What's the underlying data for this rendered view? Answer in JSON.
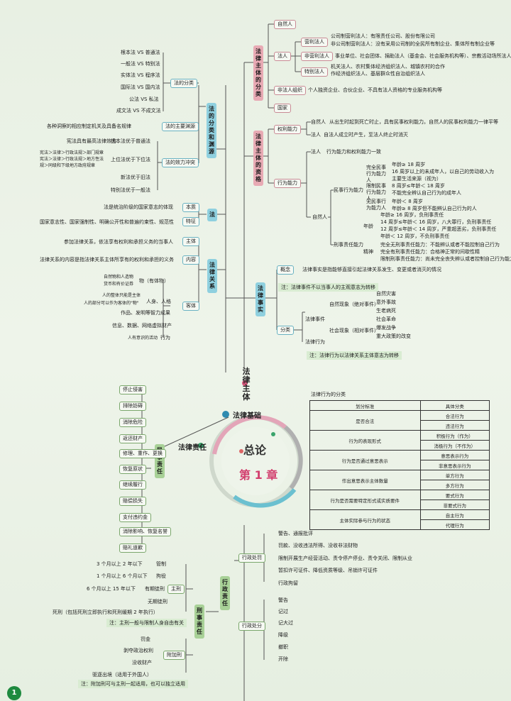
{
  "center": {
    "title": "总论",
    "chapter": "第 1 章",
    "foundation": "法律基础",
    "subject": "法律主体",
    "responsibility": "法律责任"
  },
  "colors": {
    "pink": "#e8aab4",
    "blue": "#8fd0df",
    "green": "#a8d197",
    "ring": "#d6567a"
  },
  "subject_classes": {
    "label": "法律主体的分类",
    "natural_person": "自然人",
    "legal_person": "法人",
    "profit": "营利法人",
    "profit_items": [
      "公司制营利法人：有限责任公司、股份有限公司",
      "非公司制营利法人：没有采用公司制的全民所有制企业、集体所有制企业等"
    ],
    "nonprofit": "非营利法人",
    "nonprofit_item": "事业单位、社会团体、捐助法人（基金会、社会服务机构等）、宗教活动场所法人",
    "special": "特别法人",
    "special_items": [
      "机关法人、农村集体经济组织法人、城镇农村的合作",
      "作经济组织法人、基层群众性自治组织法人"
    ],
    "unincorporated": "非法人组织",
    "unincorporated_item": "个人独资企业、合伙企业、不具有法人资格的专业服务机构等",
    "state": "国家"
  },
  "qualification": {
    "label": "法律主体的资格",
    "rights_capacity": "权利能力",
    "rc_natural": "自然人",
    "rc_natural_item": "从出生时起到死亡时止，具有民事权利能力。自然人的民事权利能力一律平等",
    "rc_legal": "法人",
    "rc_legal_item": "自法人成立时产生，至法人终止时消灭",
    "act_capacity": "行为能力",
    "ac_legal": "法人",
    "ac_legal_item": "行为能力和权利能力一致",
    "ac_natural": "自然人",
    "civil": "民事行为能力",
    "full": "完全民事行为能力人",
    "full_items": [
      "年龄≥ 18 周岁",
      "16 周岁以上的未成年人，以自己的劳动收入为",
      "主要生活来源（视为）"
    ],
    "limited": "限制民事行为能力人",
    "limited_items": [
      "8 周岁≤年龄＜ 18 周岁",
      "不能完全辨认自己行为的成年人"
    ],
    "none": "无民事行为能力人",
    "none_items": [
      "年龄＜ 8 周岁",
      "年龄≥ 8 周岁但不能辨认自己行为的人"
    ],
    "criminal": "刑事责任能力",
    "age": "年龄",
    "age_items": [
      "年龄≥ 16 周岁，负刑事责任",
      "14 周岁≤年龄＜ 16 周岁，八大罪行，负刑事责任",
      "12 周岁≤年龄＜ 14 周岁，严重超恶劣，负刑事责任",
      "年龄＜ 12 周岁，不负刑事责任"
    ],
    "mental": "精神",
    "mental_items": [
      "完全无刑事责任能力：不能辨认或者不能控制自己行为",
      "完全有刑事责任能力：合格神正常的间歇性精",
      "限制刑事责任能力：尚未完全丧失辨认或者控制自己行为能力"
    ]
  },
  "facts": {
    "label": "法律事实",
    "concept": "概念",
    "concept_item": "法律事实是指能够直接引起法律关系发生、变更或者消灭的情况",
    "note1": "注：法律事件不以当事人的主观意志为转移",
    "class": "分类",
    "event": "法律事件",
    "absolute": "自然现象（绝对事件）",
    "absolute_items": [
      "自然灾害",
      "意外事故",
      "生老病死"
    ],
    "relative": "社会现象（相对事件）",
    "relative_items": [
      "社会革命",
      "爆发战争",
      "重大政策的改变"
    ],
    "act": "法律行为",
    "note2": "注：法律行为以法律关系主体意志为转移"
  },
  "law_classes": {
    "label": "法的分类和渊源",
    "class_label": "法的分类",
    "class_items": [
      "根本法 VS 普通法",
      "一般法 VS 特别法",
      "实体法 VS 程序法",
      "国际法 VS 国内法",
      "公法 VS 私法",
      "成文法 VS 不成文法"
    ],
    "source_label": "法的主要渊源",
    "source_item": "各种洞察的相应制定机关及具备名规律",
    "conflict_label": "法的效力冲突",
    "conflict_items": [
      "宪法具有最高法律效力",
      "根本法优于普通法"
    ],
    "upper_lines": [
      "宪法＞法律＞行政法规＞部门规章",
      "宪法＞法律＞行政法规＞地方性法",
      "规＞同级和下级地方政府规章"
    ],
    "upper_label": "上位法优于下位法",
    "new_old": "新法优于旧法",
    "special_general": "特别法优于一般法"
  },
  "law": {
    "label": "法",
    "essence": "本质",
    "essence_item": "法是统治阶级的国家意志的体现",
    "features": "特征",
    "features_item": "国家意志性、国家强制性、明确公开性和普遍约束性、规范性"
  },
  "relation": {
    "label": "法律关系",
    "subject": "主体",
    "subject_item": "参加法律关系，依法享有权利和承担义务的当事人",
    "content": "内容",
    "content_item": "法律关系的内容是指法律关系主体所享有的权利和承担的义务",
    "object": "客体",
    "thing": "物（有体物）",
    "thing_items": [
      "自然物和人造物",
      "货币和有价证券"
    ],
    "person": "人身、人格",
    "person_items": [
      "人的整体只能是主体",
      "人的部分可以作为客体的\"物\""
    ],
    "intellectual": "智力成果",
    "intellectual_item": "作品、发明等",
    "data": "信息、数据、网络虚拟财产",
    "behavior": "行为",
    "behavior_item": "人有意识的活动"
  },
  "civil_liability": {
    "label": "民事责任",
    "items": [
      "停止侵害",
      "排除妨碍",
      "消除危险",
      "返还财产",
      "修理、重作、更换",
      "恢复原状",
      "继续履行",
      "赔偿损失",
      "支付违约金",
      "消除影响、恢复名誉",
      "赔礼道歉"
    ]
  },
  "admin_liability": {
    "label": "行政责任",
    "punish": "行政处罚",
    "punish_items": [
      "警告、通报批评",
      "罚款、没收违法所得、没收非法财物",
      "限制开展生产经营活动、责令停产停业、责令关闭、限制从业",
      "暂扣许可证件、降低资质等级、吊销许可证件",
      "行政拘留"
    ],
    "sanction": "行政处分",
    "sanction_items": [
      "警告",
      "记过",
      "记大过",
      "降级",
      "撤职",
      "开除"
    ]
  },
  "criminal_liability": {
    "label": "刑事责任",
    "main": "主刑",
    "main_items": [
      {
        "range": "3 个月以上 2 年以下",
        "name": "管制"
      },
      {
        "range": "1 个月以上 6 个月以下",
        "name": "拘役"
      },
      {
        "range": "6 个月以上 15 年以下",
        "name": "有期徒刑"
      },
      {
        "range": "",
        "name": "无期徒刑"
      },
      {
        "range": "死刑（包括死刑立即执行和死刑缓期 2 年执行）",
        "name": ""
      }
    ],
    "main_note": "注：主刑一般与限制人身自由有关",
    "additional": "附加刑",
    "additional_items": [
      "罚金",
      "剥夺政治权利",
      "没收财产",
      "驱逐出境（适用于外国人）"
    ],
    "additional_note": "注：附加刑可与主刑一起适用，也可以独立适用"
  },
  "table": {
    "title": "法律行为的分类",
    "headers": [
      "划分标准",
      "具体分类"
    ],
    "groups": [
      {
        "criterion": "是否合法",
        "kinds": [
          "合法行为",
          "违法行为"
        ]
      },
      {
        "criterion": "行为的表现形式",
        "kinds": [
          "积极行为（作为）",
          "消极行为（不作为）"
        ]
      },
      {
        "criterion": "行为是否通过意思表示",
        "kinds": [
          "意思表示行为",
          "非意思表示行为"
        ]
      },
      {
        "criterion": "作出意思表示主体数量",
        "kinds": [
          "单方行为",
          "多方行为"
        ]
      },
      {
        "criterion": "行为是否需要特定形式或实质要件",
        "kinds": [
          "要式行为",
          "非要式行为"
        ]
      },
      {
        "criterion": "主体实际参与行为的状态",
        "kinds": [
          "自主行为",
          "代理行为"
        ]
      }
    ]
  },
  "page_logo": "1"
}
